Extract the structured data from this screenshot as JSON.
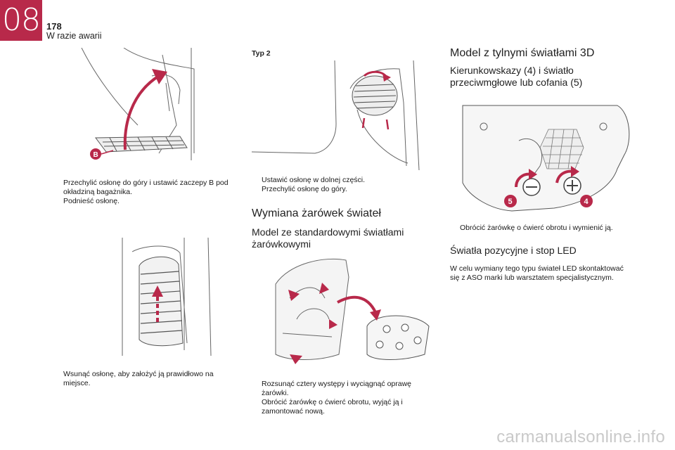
{
  "chapter": {
    "number": "08"
  },
  "header": {
    "page_number": "178",
    "section_title": "W razie awarii"
  },
  "column1": {
    "figure1_label": "B",
    "bullets1": [
      "Przechylić osłonę do góry i ustawić zaczepy B pod okładziną bagażnika.",
      "Podnieść osłonę."
    ],
    "bullets2": [
      "Wsunąć osłonę, aby założyć ją prawidłowo na miejsce."
    ]
  },
  "column2": {
    "type_label": "Typ 2",
    "bullets1": [
      "Ustawić osłonę w dolnej części.",
      "Przechylić osłonę do góry."
    ],
    "heading": "Wymiana żarówek świateł",
    "subheading": "Model ze standardowymi światłami żarówkowymi",
    "bullets2": [
      "Rozsunąć cztery występy i wyciągnąć oprawę żarówki.",
      "Obrócić żarówkę o ćwierć obrotu, wyjąć ją i zamontować nową."
    ]
  },
  "column3": {
    "heading": "Model z tylnymi światłami 3D",
    "subheading": "Kierunkowskazy (4) i światło przeciwmgłowe lub cofania (5)",
    "badge5": "5",
    "badge4": "4",
    "bullets1": [
      "Obrócić żarówkę o ćwierć obrotu i wymienić ją."
    ],
    "heading2": "Światła pozycyjne i stop LED",
    "paragraph": "W celu wymiany tego typu świateł LED skontaktować się z ASO marki lub warsztatem specjalistycznym."
  },
  "bullet_marker": "",
  "watermark": "carmanualsonline.info",
  "colors": {
    "accent": "#b8294a",
    "line": "#555555"
  }
}
